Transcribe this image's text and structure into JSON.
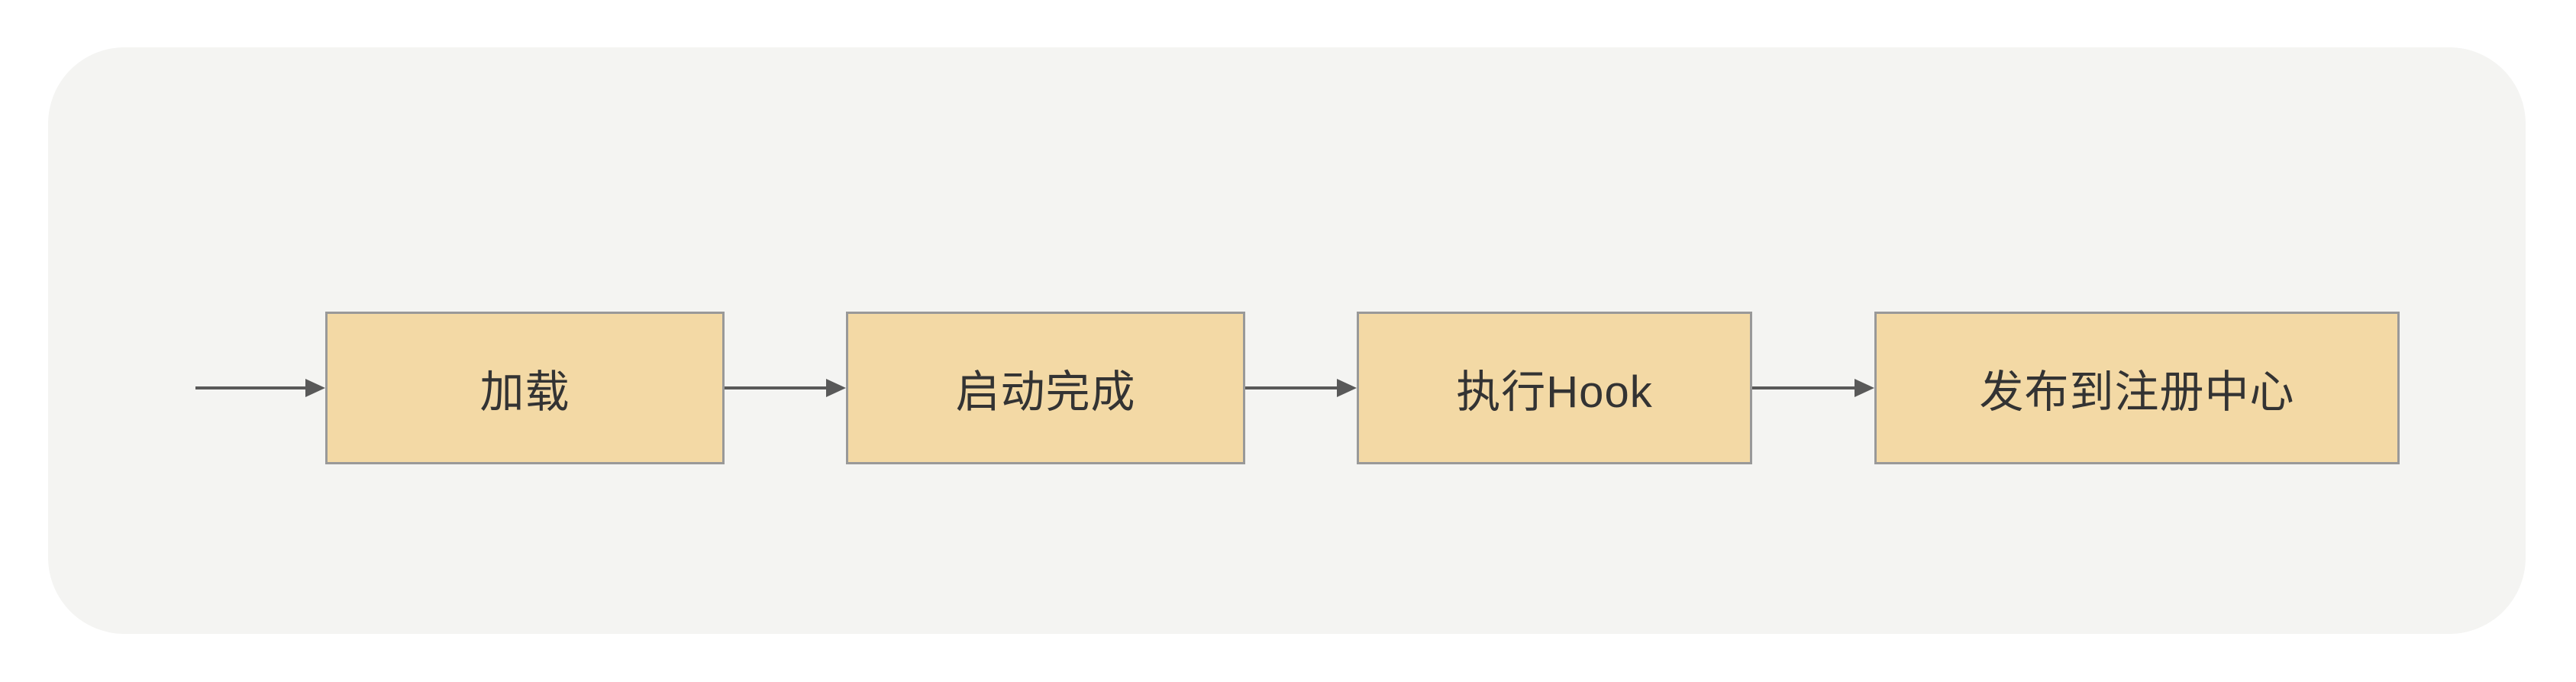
{
  "diagram": {
    "type": "flowchart",
    "direction": "left-to-right",
    "nodes": [
      {
        "id": "load",
        "label": "加载"
      },
      {
        "id": "startup-complete",
        "label": "启动完成"
      },
      {
        "id": "execute-hook",
        "label": "执行Hook"
      },
      {
        "id": "publish-to-registry",
        "label": "发布到注册中心"
      }
    ],
    "edges": [
      {
        "from": "start",
        "to": "load",
        "style": "solid-arrow"
      },
      {
        "from": "load",
        "to": "startup-complete",
        "style": "solid-arrow"
      },
      {
        "from": "startup-complete",
        "to": "execute-hook",
        "style": "solid-arrow"
      },
      {
        "from": "execute-hook",
        "to": "publish-to-registry",
        "style": "solid-arrow"
      }
    ],
    "colors": {
      "node_fill": "#f3d9a5",
      "node_border": "#999999",
      "arrow": "#595959",
      "text": "#333333",
      "panel_background": "#f4f4f2",
      "page_background": "#ffffff"
    }
  }
}
